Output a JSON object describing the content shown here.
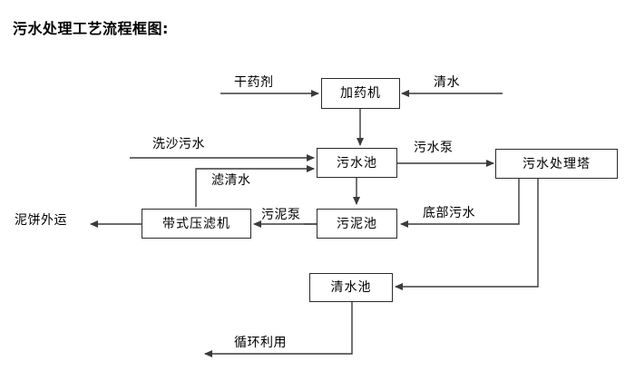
{
  "diagram": {
    "title": "污水处理工艺流程框图:",
    "nodes": [
      {
        "id": "dosing-machine",
        "label": "加药机"
      },
      {
        "id": "wastewater-pool",
        "label": "污水池"
      },
      {
        "id": "treatment-tower",
        "label": "污水处理塔"
      },
      {
        "id": "belt-filter-press",
        "label": "带式压滤机"
      },
      {
        "id": "sludge-pool",
        "label": "污泥池"
      },
      {
        "id": "clean-water-pool",
        "label": "清水池"
      }
    ],
    "io_labels": [
      {
        "id": "dry-chemical",
        "label": "干药剂"
      },
      {
        "id": "clean-water-input",
        "label": "清水"
      },
      {
        "id": "sand-washing-wastewater",
        "label": "洗沙污水"
      },
      {
        "id": "mud-cake-output",
        "label": "泥饼外运"
      }
    ],
    "edge_labels": [
      {
        "id": "filtered-clear-water",
        "label": "滤清水"
      },
      {
        "id": "sewage-pump",
        "label": "污水泵"
      },
      {
        "id": "sludge-pump",
        "label": "污泥泵"
      },
      {
        "id": "bottom-wastewater",
        "label": "底部污水"
      },
      {
        "id": "recycle-reuse",
        "label": "循环利用"
      }
    ],
    "colors": {
      "background": "#ffffff",
      "line": "#3a3a3a",
      "box_border": "#2b2b2b",
      "text": "#000000"
    }
  }
}
